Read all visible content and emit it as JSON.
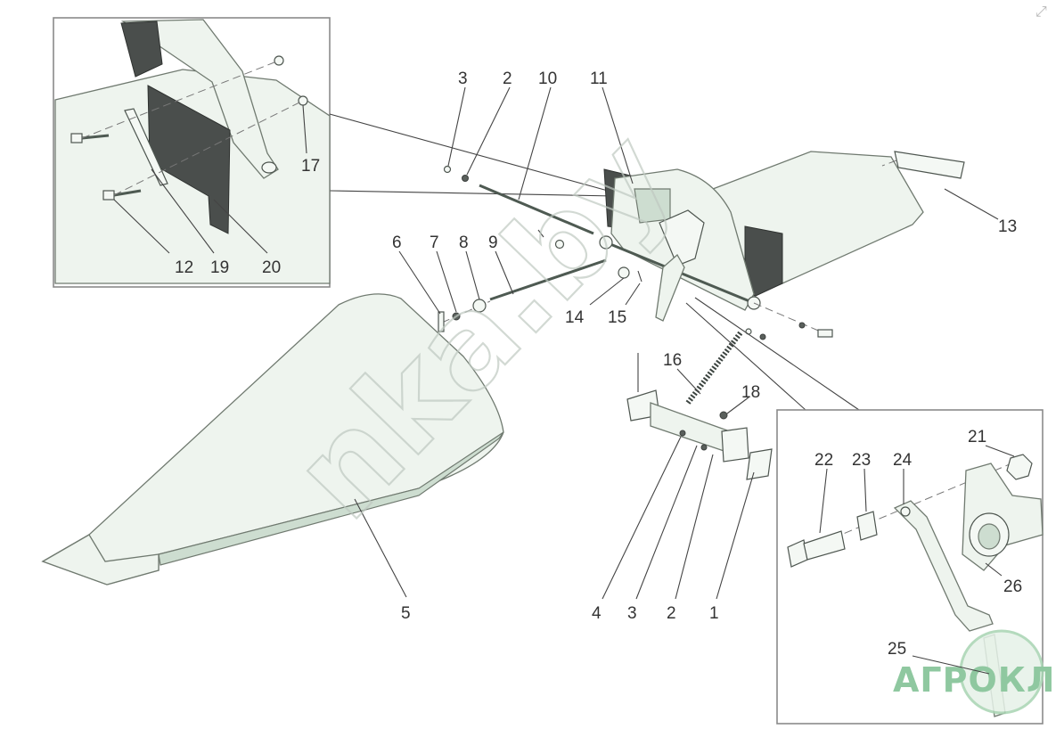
{
  "callouts": {
    "top": [
      "3",
      "2",
      "10",
      "11"
    ],
    "mid": [
      "6",
      "7",
      "8",
      "9"
    ],
    "center": [
      "14",
      "15",
      "16",
      "18"
    ],
    "side": [
      "13",
      "17"
    ],
    "inset_left": [
      "12",
      "19",
      "20"
    ],
    "bottom": [
      "5",
      "4",
      "3",
      "2",
      "1"
    ],
    "inset_right": [
      "22",
      "23",
      "24",
      "21",
      "26",
      "25"
    ]
  },
  "watermark": {
    "text": "nka.by"
  },
  "logo": {
    "text": "АГРОКЛ"
  },
  "corner_glyph": "⤢",
  "colors": {
    "part": "#eef4ee",
    "shade": "#cdddd0",
    "dark": "#4a4e4c",
    "logo": "#8fc8a0"
  }
}
